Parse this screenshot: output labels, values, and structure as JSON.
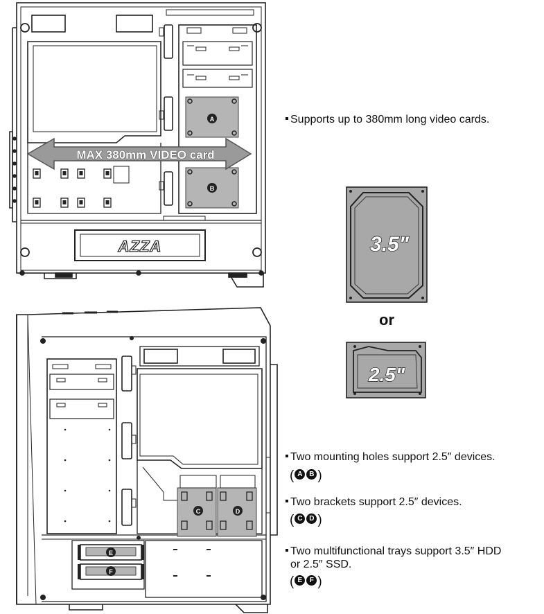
{
  "banner": {
    "text": "MAX 380mm VIDEO card"
  },
  "brand": {
    "logo_text": "AZZA"
  },
  "drives": {
    "hdd_label": "3.5\"",
    "or_label": "or",
    "ssd_label": "2.5\""
  },
  "markers": {
    "a": "A",
    "b": "B",
    "c": "C",
    "d": "D",
    "e": "E",
    "f": "F"
  },
  "notes": {
    "video_card": "Supports up to 380mm long video cards.",
    "mount_holes": "Two mounting holes support 2.5″ devices.",
    "brackets": "Two brackets support  2.5″ devices.",
    "trays_line1": "Two multifunctional trays support 3.5″ HDD",
    "trays_line2": "or 2.5″ SSD."
  },
  "colors": {
    "line": "#222222",
    "plate": "#b5b5b5",
    "drive_fill": "#a8a8a8",
    "arrow_fill": "#9a9a9a",
    "arrow_stroke": "#555555"
  },
  "icons": {
    "bullet": "square-bullet-icon",
    "marker": "circled-letter-icon"
  }
}
